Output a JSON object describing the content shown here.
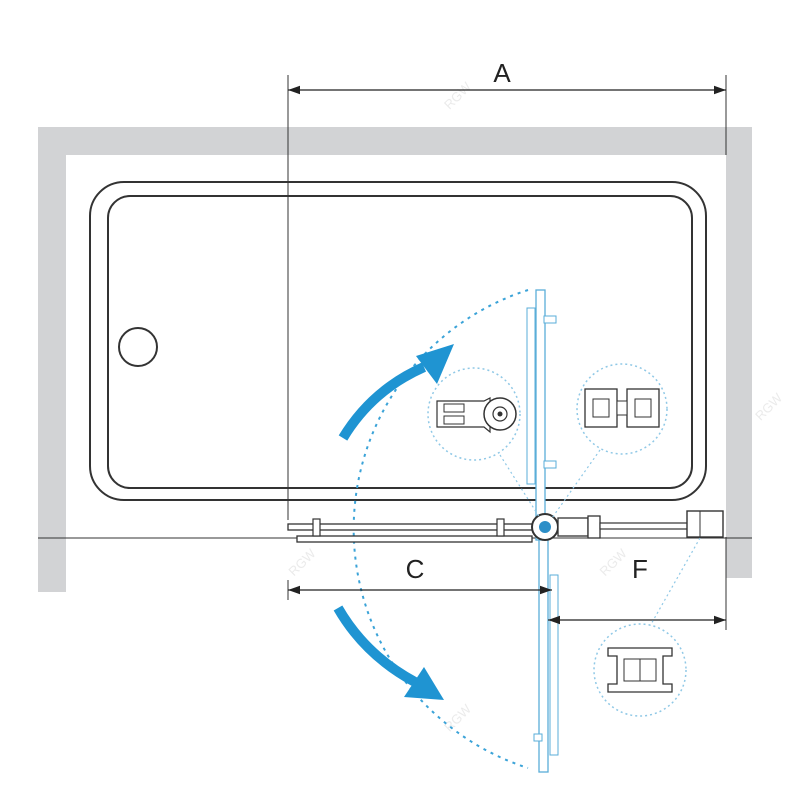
{
  "dimensions": {
    "width_total": "A",
    "door_width": "C",
    "fixed_panel": "F"
  },
  "watermark": "RGW",
  "colors": {
    "wall": "#d2d3d5",
    "outline": "#333333",
    "glass": "#6fb8dc",
    "arrow": "#1f94d2",
    "swing_path": "#3ba3d8",
    "detail_circle": "#8fc8e6"
  },
  "icons": [
    "drain-icon",
    "hinge-detail-icon",
    "wall-profile-detail-icon",
    "end-profile-detail-icon",
    "rotation-arrow-icon"
  ]
}
